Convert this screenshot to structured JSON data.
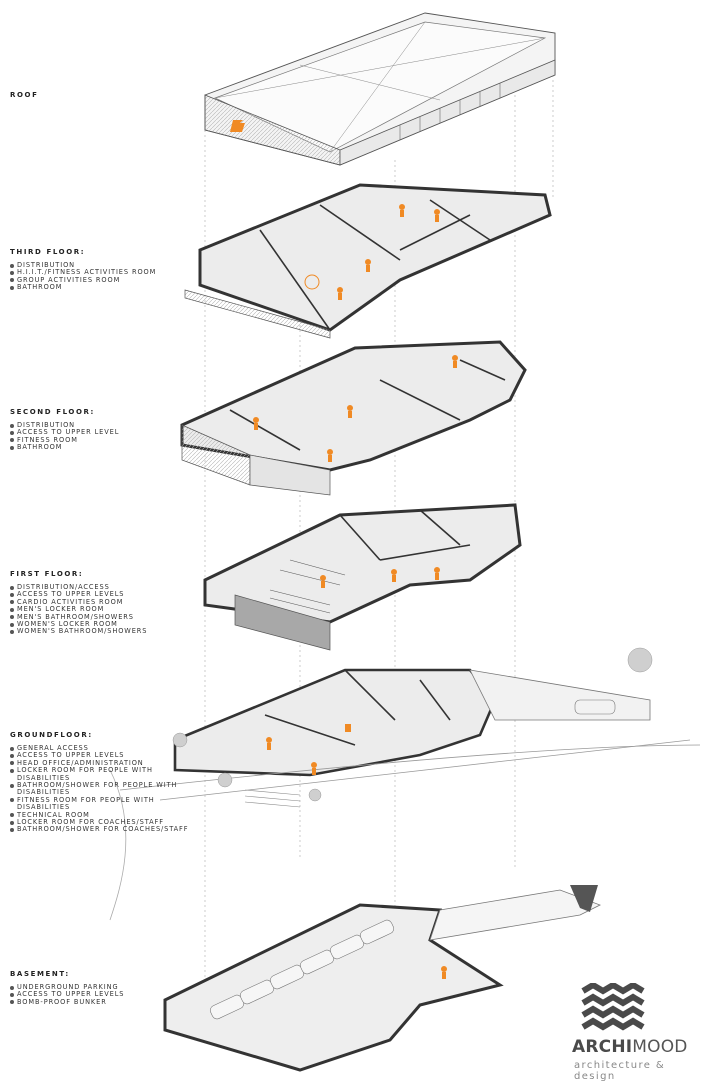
{
  "floors": [
    {
      "key": "roof",
      "title": "ROOF",
      "items": []
    },
    {
      "key": "third",
      "title": "THIRD FLOOR:",
      "items": [
        "DISTRIBUTION",
        "H.I.I.T./FITNESS ACTIVITIES ROOM",
        "GROUP ACTIVITIES ROOM",
        "BATHROOM"
      ]
    },
    {
      "key": "second",
      "title": "SECOND FLOOR:",
      "items": [
        "DISTRIBUTION",
        "ACCESS TO UPPER LEVEL",
        "FITNESS ROOM",
        "BATHROOM"
      ]
    },
    {
      "key": "first",
      "title": "FIRST FLOOR:",
      "items": [
        "DISTRIBUTION/ACCESS",
        "ACCESS TO UPPER LEVELS",
        "CARDIO ACTIVITIES ROOM",
        "MEN'S LOCKER ROOM",
        "MEN'S BATHROOM/SHOWERS",
        "WOMEN'S LOCKER ROOM",
        "WOMEN'S BATHROOM/SHOWERS"
      ]
    },
    {
      "key": "ground",
      "title": "GROUNDFLOOR:",
      "items": [
        "GENERAL ACCESS",
        "ACCESS TO UPPER LEVELS",
        "HEAD OFFICE/ADMINISTRATION",
        "LOCKER ROOM FOR PEOPLE WITH DISABILITIES",
        "BATHROOM/SHOWER FOR PEOPLE WITH DISABILITIES",
        "FITNESS ROOM FOR PEOPLE WITH DISABILITIES",
        "TECHNICAL ROOM",
        "LOCKER ROOM FOR COACHES/STAFF",
        "BATHROOM/SHOWER FOR COACHES/STAFF"
      ]
    },
    {
      "key": "basement",
      "title": "BASEMENT:",
      "items": [
        "UNDERGROUND PARKING",
        "ACCESS TO UPPER LEVELS",
        "BOMB-PROOF BUNKER"
      ]
    }
  ],
  "brand": {
    "name_bold": "ARCHI",
    "name_rest": "MOOD",
    "tagline": "architecture & design"
  },
  "colors": {
    "accent": "#f08a24",
    "wall": "#3a3a3a",
    "floor": "#e6e6e6",
    "line": "#9a9a9a",
    "logo": "#4a4a4a"
  }
}
